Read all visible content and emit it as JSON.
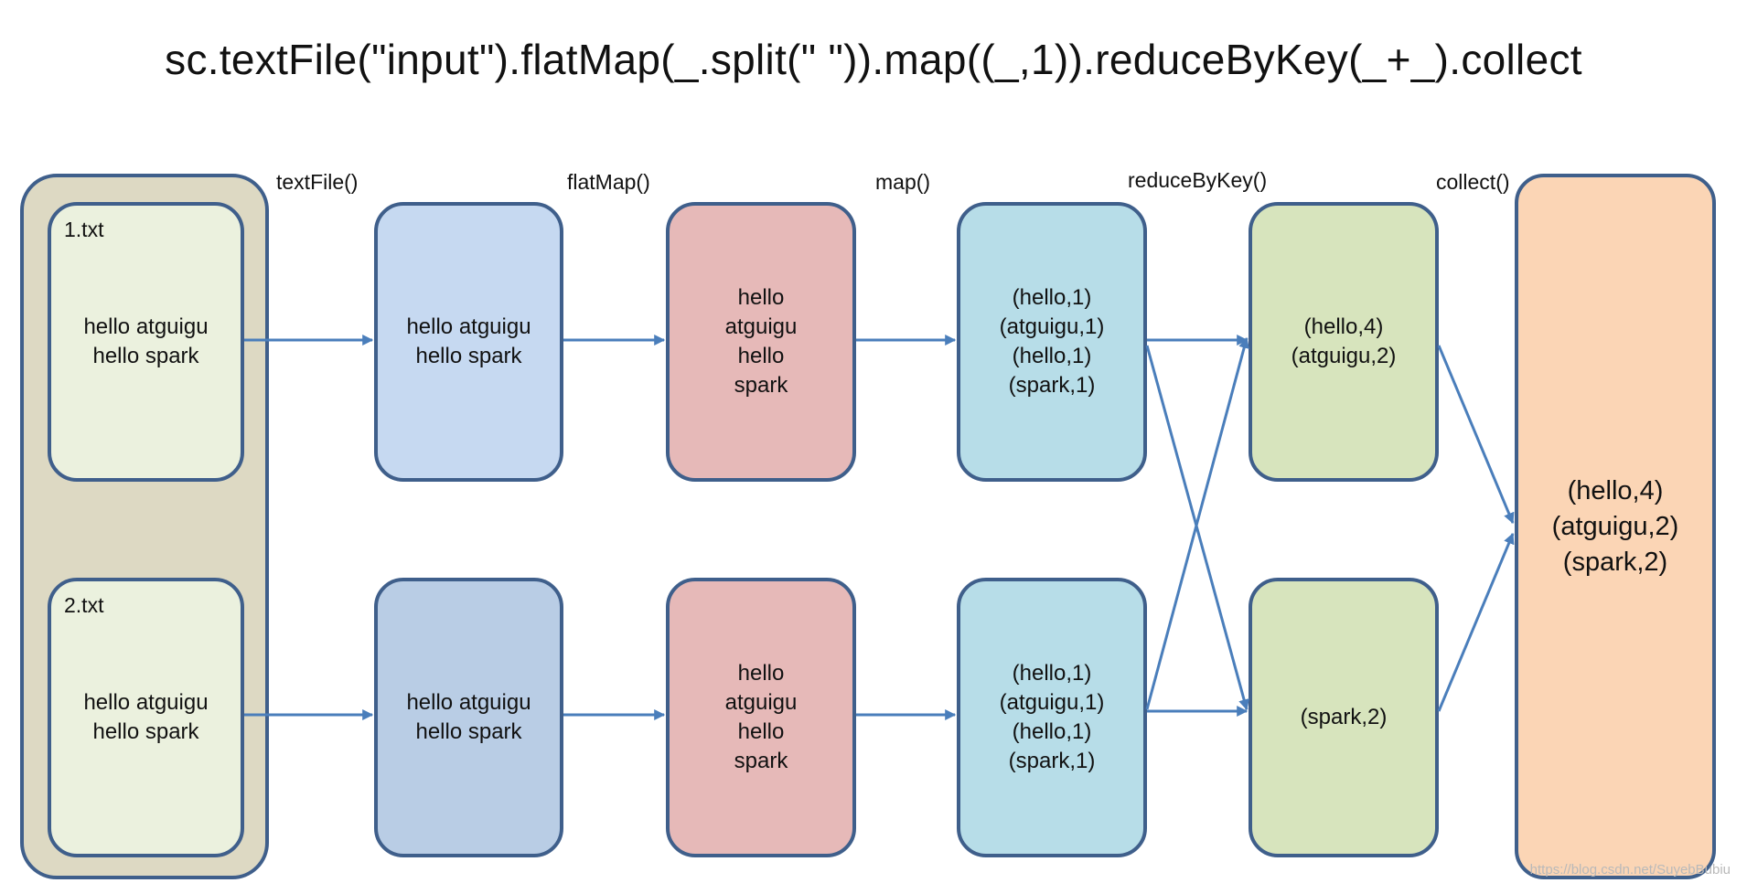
{
  "title": "sc.textFile(\"input\").flatMap(_.split(\" \")).map((_,1)).reduceByKey(_+_).collect",
  "stage_labels": {
    "textFile": "textFile()",
    "flatMap": "flatMap()",
    "map": "map()",
    "reduceByKey": "reduceByKey()",
    "collect": "collect()"
  },
  "files": [
    {
      "name": "1.txt",
      "content": "hello atguigu\nhello spark"
    },
    {
      "name": "2.txt",
      "content": "hello atguigu\nhello spark"
    }
  ],
  "textfile_partitions": [
    "hello atguigu\nhello spark",
    "hello atguigu\nhello spark"
  ],
  "flatmap_partitions": [
    "hello\natguigu\nhello\nspark",
    "hello\natguigu\nhello\nspark"
  ],
  "map_partitions": [
    "(hello,1)\n(atguigu,1)\n(hello,1)\n(spark,1)",
    "(hello,1)\n(atguigu,1)\n(hello,1)\n(spark,1)"
  ],
  "reduce_partitions": [
    "(hello,4)\n(atguigu,2)",
    "(spark,2)"
  ],
  "collect_result": "(hello,4)\n(atguigu,2)\n(spark,2)",
  "watermark": "https://blog.csdn.net/SuyebBubiu",
  "colors": {
    "border": "#3f5f8b",
    "arrow": "#4a7ebb",
    "outer_fill": "#ddd9c3",
    "file_fill": "#ebf1de",
    "textfile_fill_1": "#c6d9f1",
    "textfile_fill_2": "#b9cde5",
    "flatmap_fill": "#e6b9b8",
    "map_fill": "#b7dde8",
    "reduce_fill": "#d7e4bd",
    "collect_fill": "#fbd5b5"
  }
}
